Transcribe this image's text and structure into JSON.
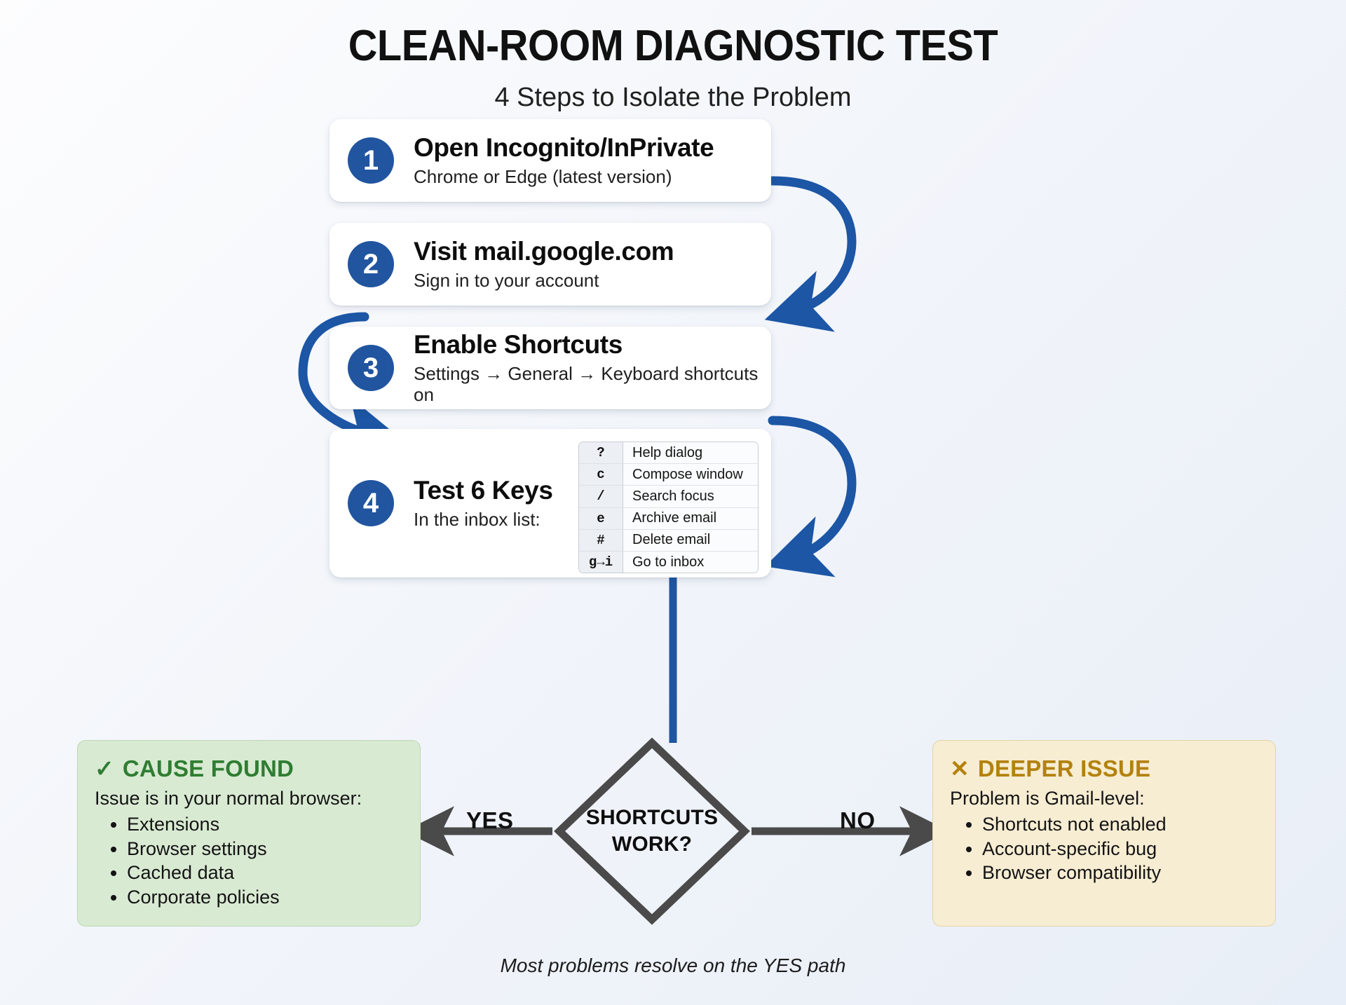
{
  "header": {
    "title": "CLEAN-ROOM DIAGNOSTIC TEST",
    "subtitle": "4 Steps to Isolate the Problem"
  },
  "steps": [
    {
      "number": "1",
      "title": "Open Incognito/InPrivate",
      "subtitle": "Chrome or Edge (latest version)"
    },
    {
      "number": "2",
      "title": "Visit mail.google.com",
      "subtitle": "Sign in to your account"
    },
    {
      "number": "3",
      "title": "Enable Shortcuts",
      "subtitle": "Settings → General → Keyboard shortcuts on"
    },
    {
      "number": "4",
      "title": "Test 6 Keys",
      "subtitle": "In the inbox list:"
    }
  ],
  "shortcut_table": {
    "rows": [
      {
        "key": "?",
        "action": "Help dialog"
      },
      {
        "key": "c",
        "action": "Compose window"
      },
      {
        "key": "/",
        "action": "Search focus"
      },
      {
        "key": "e",
        "action": "Archive email"
      },
      {
        "key": "#",
        "action": "Delete email"
      },
      {
        "key": "g→i",
        "action": "Go to inbox"
      }
    ]
  },
  "decision": {
    "line1": "SHORTCUTS",
    "line2": "WORK?",
    "yes_label": "YES",
    "no_label": "NO"
  },
  "outcomes": {
    "yes": {
      "icon": "✓",
      "heading": "CAUSE FOUND",
      "lead": "Issue is in your normal browser:",
      "items": [
        "Extensions",
        "Browser settings",
        "Cached data",
        "Corporate policies"
      ]
    },
    "no": {
      "icon": "✕",
      "heading": "DEEPER ISSUE",
      "lead": "Problem is Gmail-level:",
      "items": [
        "Shortcuts not enabled",
        "Account-specific bug",
        "Browser compatibility"
      ]
    }
  },
  "caption": "Most problems resolve on the YES path",
  "colors": {
    "accent_blue": "#21559f",
    "arrow_blue": "#1c56a5",
    "flow_gray": "#4a4a4a",
    "success_green": "#2f7d32",
    "warning_gold": "#b3820d",
    "green_bg": "#d9ead3",
    "gold_bg": "#f7edd3"
  }
}
